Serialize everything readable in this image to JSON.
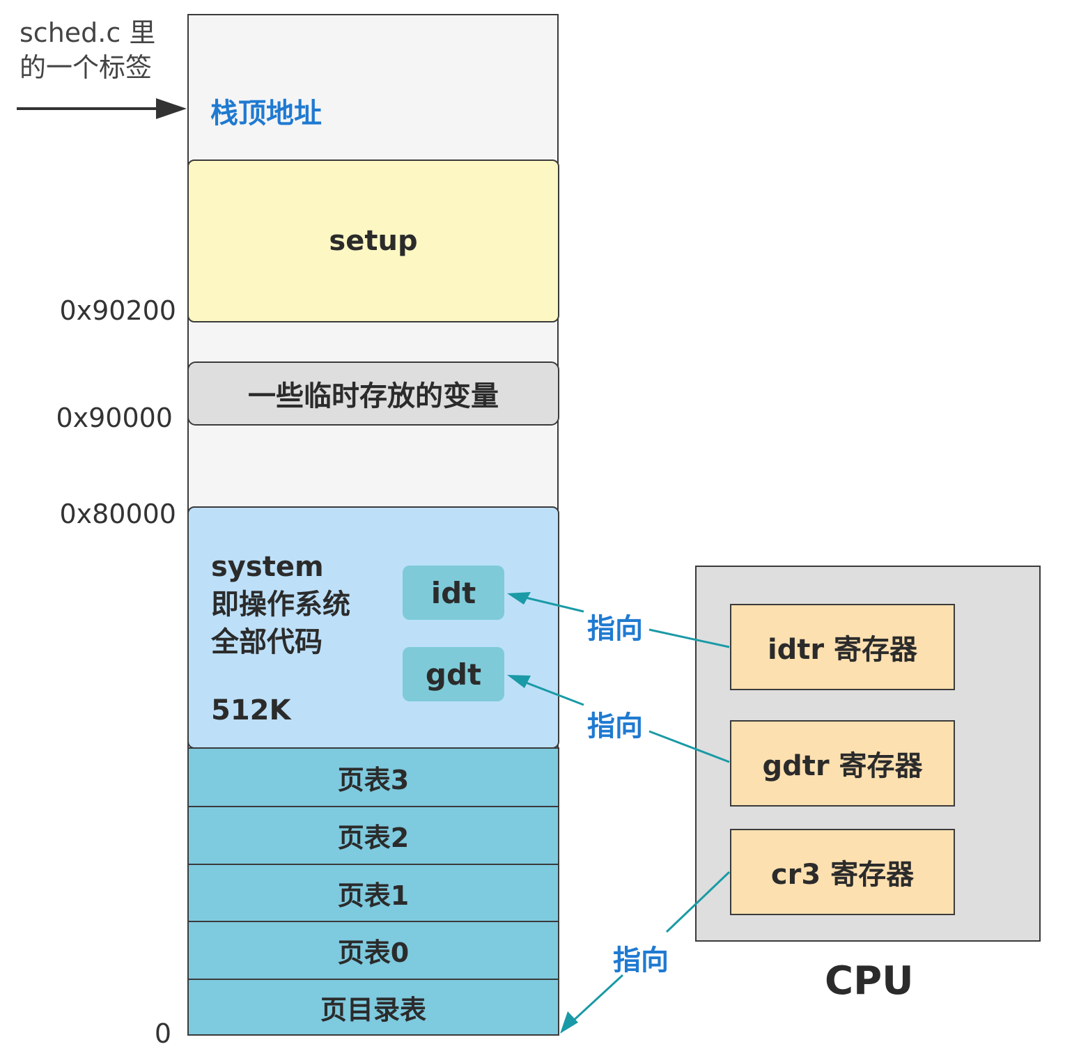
{
  "annotation": {
    "label_line1": "sched.c 里",
    "label_line2": "的一个标签",
    "stack_top": "栈顶地址"
  },
  "memory": {
    "setup": "setup",
    "temp_vars": "一些临时存放的变量",
    "system": {
      "line1": "system",
      "line2": "即操作系统",
      "line3": "全部代码",
      "size": "512K",
      "idt": "idt",
      "gdt": "gdt"
    },
    "page_tables": [
      "页表3",
      "页表2",
      "页表1",
      "页表0",
      "页目录表"
    ]
  },
  "addresses": {
    "a90200": "0x90200",
    "a90000": "0x90000",
    "a80000": "0x80000",
    "zero": "0"
  },
  "pointers": {
    "idtr_to_idt": "指向",
    "gdtr_to_gdt": "指向",
    "cr3_to_pgdir": "指向"
  },
  "cpu": {
    "label": "CPU",
    "registers": [
      "idtr 寄存器",
      "gdtr 寄存器",
      "cr3 寄存器"
    ]
  },
  "colors": {
    "stack_label": "#1f7ad1",
    "arrow": "#1a9aa6",
    "setup": "#fdf7c3",
    "temp": "#dedede",
    "system": "#bde0f8",
    "page_table": "#7ecadf",
    "register": "#fde0b0",
    "cpu": "#dedede"
  }
}
